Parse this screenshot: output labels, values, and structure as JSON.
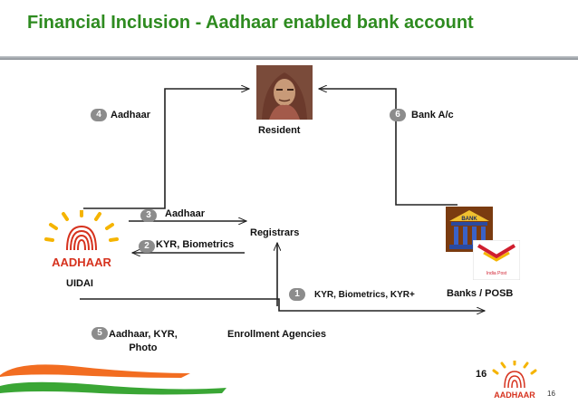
{
  "slide": {
    "title": "Financial Inclusion - Aadhaar enabled bank account",
    "page_number": "16",
    "page_number_small": "16"
  },
  "nodes": {
    "resident": "Resident",
    "registrars": "Registrars",
    "uidai": "UIDAI",
    "banks": "Banks / POSB",
    "enrollment": "Enrollment Agencies"
  },
  "logo": {
    "text": "AADHAAR",
    "footer_text": "AADHAAR"
  },
  "bank_graphic": {
    "text": "BANK"
  },
  "post_graphic": {
    "text": "India Post"
  },
  "steps": [
    {
      "number": "1",
      "label": "KYR, Biometrics, KYR+"
    },
    {
      "number": "2",
      "label": "KYR, Biometrics"
    },
    {
      "number": "3",
      "label": "Aadhaar"
    },
    {
      "number": "4",
      "label": "Aadhaar"
    },
    {
      "number": "5",
      "label": "Aadhaar, KYR,\nPhoto"
    },
    {
      "number": "6",
      "label": "Bank A/c"
    }
  ],
  "colors": {
    "title": "#2e8b20",
    "badge": "#8c8c8c",
    "orange_swoosh": "#f26d21",
    "green_swoosh": "#3aa635"
  }
}
